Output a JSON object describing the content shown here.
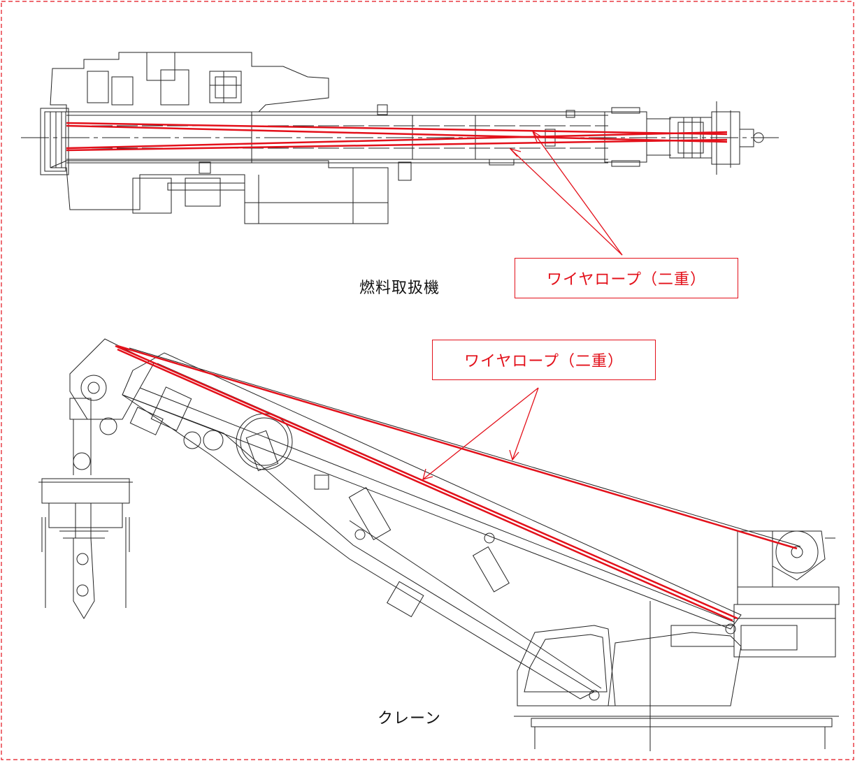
{
  "figure": {
    "border_color": "#e3101a",
    "rope_color": "#e3101a",
    "line_color": "#222222",
    "top": {
      "caption": "燃料取扱機",
      "callout": "ワイヤロープ（二重）"
    },
    "bottom": {
      "caption": "クレーン",
      "callout": "ワイヤロープ（二重）"
    }
  }
}
